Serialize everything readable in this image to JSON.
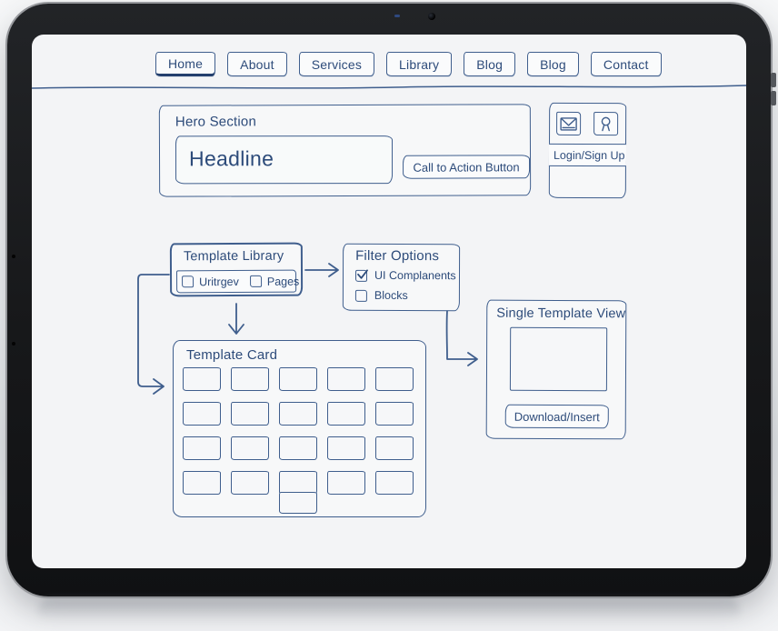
{
  "nav": {
    "items": [
      {
        "label": "Home",
        "active": true
      },
      {
        "label": "About",
        "active": false
      },
      {
        "label": "Services",
        "active": false
      },
      {
        "label": "Library",
        "active": false
      },
      {
        "label": "Blog",
        "active": false
      },
      {
        "label": "Blog",
        "active": false
      },
      {
        "label": "Contact",
        "active": false
      }
    ]
  },
  "hero": {
    "title": "Hero Section",
    "headline": "Headline",
    "cta_label": "Call to Action Button"
  },
  "account": {
    "icons": [
      "envelope-icon",
      "person-icon"
    ],
    "login_label": "Login/Sign Up"
  },
  "template_library": {
    "title": "Template Library",
    "checkboxes": [
      {
        "label": "Uritrgev",
        "checked": false
      },
      {
        "label": "Pages",
        "checked": false
      }
    ]
  },
  "filter_options": {
    "title": "Filter Options",
    "checkboxes": [
      {
        "label": "UI Complanents",
        "checked": true
      },
      {
        "label": "Blocks",
        "checked": false
      }
    ]
  },
  "template_card": {
    "title": "Template Card",
    "grid": {
      "columns": 5,
      "rows": 4,
      "extra_cells": 1
    }
  },
  "single_template_view": {
    "title": "Single Template View",
    "button_label": "Download/Insert"
  },
  "colors": {
    "ink": "#2d4b7a",
    "stroke": "#3f5e8d",
    "screen_bg": "#f3f4f6",
    "bezel": "#17181a"
  }
}
